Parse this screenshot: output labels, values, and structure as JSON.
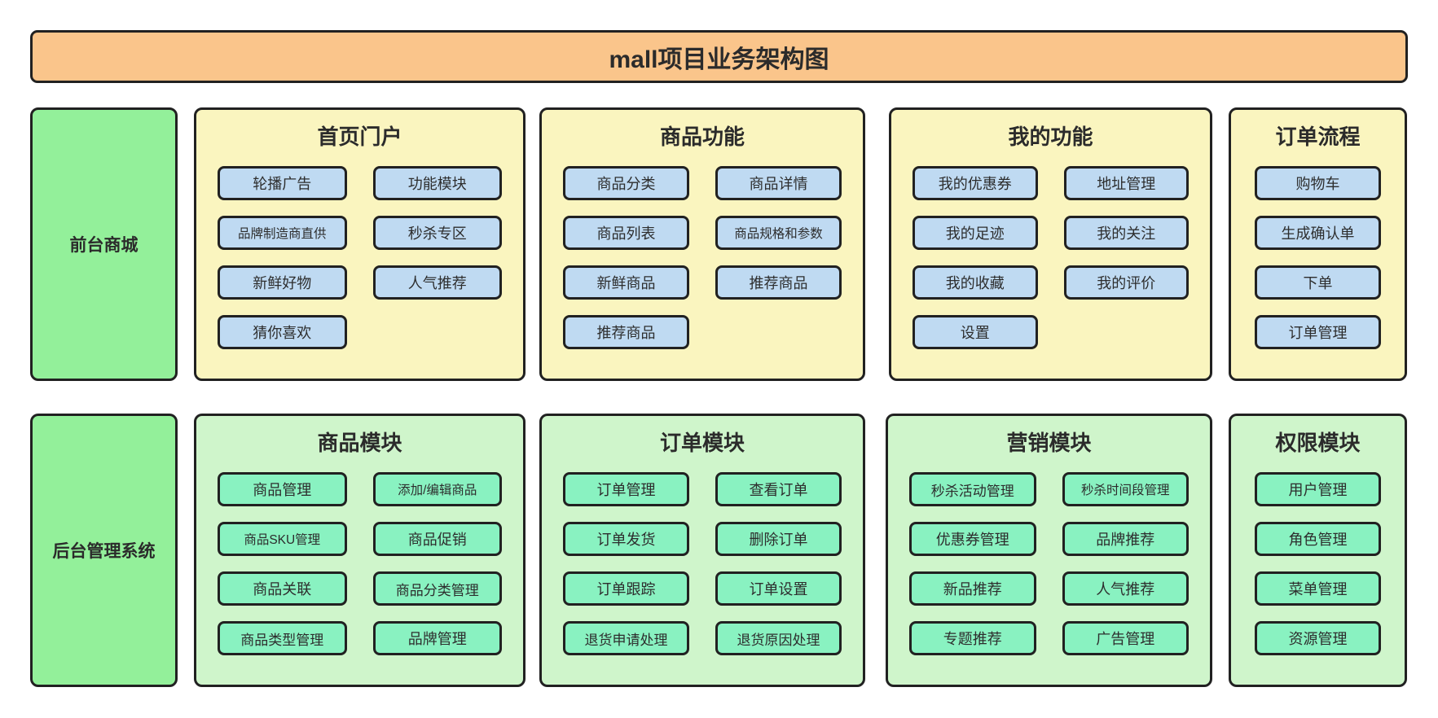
{
  "title": "mall项目业务架构图",
  "colors": {
    "title_bar": "#FAC58B",
    "front_panel_bg": "#FAF5BF",
    "front_node_bg": "#BFDAF2",
    "group_label_bg": "#93F09A",
    "admin_panel_bg": "#CFF5CB",
    "admin_node_bg": "#89F2C1",
    "border": "#212121"
  },
  "rows": [
    {
      "side_label": "前台商城",
      "panels": [
        {
          "title": "首页门户",
          "col1": [
            "轮播广告",
            "品牌制造商直供",
            "新鲜好物",
            "猜你喜欢"
          ],
          "col2": [
            "功能模块",
            "秒杀专区",
            "人气推荐"
          ]
        },
        {
          "title": "商品功能",
          "col1": [
            "商品分类",
            "商品列表",
            "新鲜商品",
            "推荐商品"
          ],
          "col2": [
            "商品详情",
            "商品规格和参数",
            "推荐商品"
          ]
        },
        {
          "title": "我的功能",
          "col1": [
            "我的优惠券",
            "我的足迹",
            "我的收藏",
            "设置"
          ],
          "col2": [
            "地址管理",
            "我的关注",
            "我的评价"
          ]
        },
        {
          "title": "订单流程",
          "col1": [
            "购物车",
            "生成确认单",
            "下单",
            "订单管理"
          ],
          "col2": []
        }
      ]
    },
    {
      "side_label": "后台管理系统",
      "panels": [
        {
          "title": "商品模块",
          "col1": [
            "商品管理",
            "商品SKU管理",
            "商品关联",
            "商品类型管理"
          ],
          "col2": [
            "添加/编辑商品",
            "商品促销",
            "商品分类管理",
            "品牌管理"
          ]
        },
        {
          "title": "订单模块",
          "col1": [
            "订单管理",
            "订单发货",
            "订单跟踪",
            "退货申请处理"
          ],
          "col2": [
            "查看订单",
            "删除订单",
            "订单设置",
            "退货原因处理"
          ]
        },
        {
          "title": "营销模块",
          "col1": [
            "秒杀活动管理",
            "优惠券管理",
            "新品推荐",
            "专题推荐"
          ],
          "col2": [
            "秒杀时间段管理",
            "品牌推荐",
            "人气推荐",
            "广告管理"
          ]
        },
        {
          "title": "权限模块",
          "col1": [
            "用户管理",
            "角色管理",
            "菜单管理",
            "资源管理"
          ],
          "col2": []
        }
      ]
    }
  ]
}
